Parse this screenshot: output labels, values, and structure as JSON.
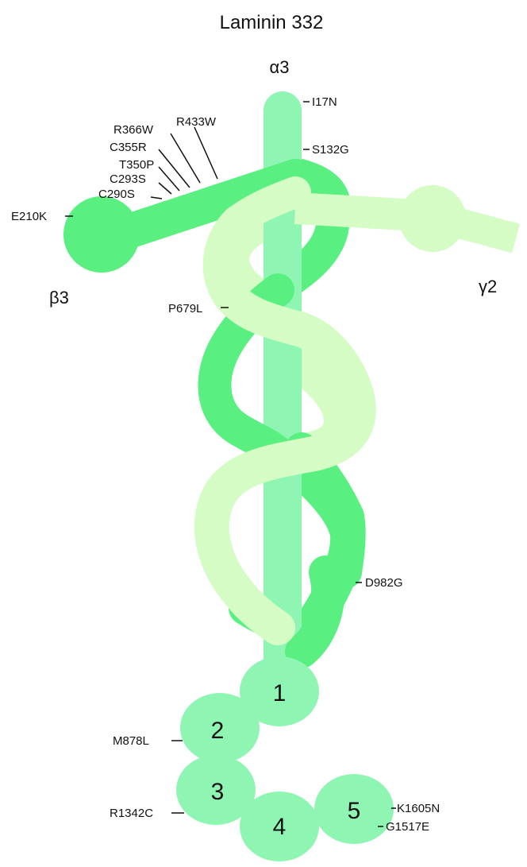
{
  "title": "Laminin 332",
  "chains": {
    "alpha": {
      "label": "α3",
      "color": "#8ff5b2"
    },
    "beta": {
      "label": "β3",
      "color": "#5af081"
    },
    "gamma": {
      "label": "γ2",
      "color": "#d4fcc4"
    }
  },
  "domains": [
    "1",
    "2",
    "3",
    "4",
    "5"
  ],
  "mutations": {
    "i17n": "I17N",
    "s132g": "S132G",
    "r433w": "R433W",
    "r366w": "R366W",
    "c355r": "C355R",
    "t350p": "T350P",
    "c293s": "C293S",
    "c290s": "C290S",
    "e210k": "E210K",
    "p679l": "P679L",
    "d982g": "D982G",
    "m878l": "M878L",
    "r1342c": "R1342C",
    "k1605n": "K1605N",
    "g1517e": "G1517E"
  }
}
